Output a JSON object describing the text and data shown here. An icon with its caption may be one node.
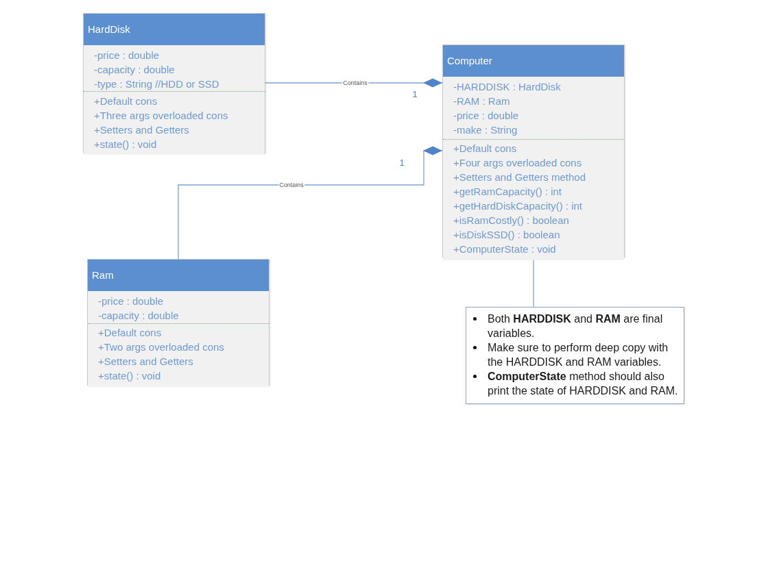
{
  "diagram": {
    "nodes": [
      {
        "text": [
          "HardDisk"
        ]
      },
      {
        "text": [
          "-price : double",
          "-capacity : double",
          "-type : String //HDD or SSD"
        ],
        "in": 0
      },
      {
        "text": [
          "+Default cons",
          "+Three args overloaded cons",
          "+Setters and Getters",
          "+state() : void"
        ],
        "in": 0
      },
      {
        "text": [
          "Computer"
        ]
      },
      {
        "text": [
          "-HARDDISK : HardDisk",
          "-RAM : Ram",
          "-price : double",
          "-make : String"
        ],
        "in": 3
      },
      {
        "text": [
          "+Default cons",
          "+Four args overloaded cons",
          "+Setters and Getters method",
          "+getRamCapacity() : int",
          "+getHardDiskCapacity() : int",
          "+isRamCostly() : boolean",
          "+isDiskSSD() : boolean",
          "+ComputerState : void"
        ],
        "in": 3
      },
      {
        "text": [
          "Ram"
        ]
      },
      {
        "text": [
          "-price : double",
          "-capacity : double"
        ],
        "in": 6
      },
      {
        "text": [
          "+Default cons",
          "+Two args overloaded cons",
          "+Setters and Getters",
          "+state() : void"
        ],
        "in": 6
      },
      {
        "text": [
          "Both **HARDDISK** and **RAM** are final variables.",
          "Make sure to perform deep copy with the HARDDISK and RAM variables.",
          "**ComputerState** method should also print the state of HARDDISK and RAM."
        ]
      }
    ],
    "edges": [
      {
        "from": 0,
        "to": 3,
        "arrow": "other",
        "label": "Contains"
      },
      {
        "from": 6,
        "to": 3,
        "arrow": "other",
        "label": "Contains"
      },
      {
        "from": 3,
        "to": 9,
        "arrow": "none"
      }
    ],
    "labels": [
      "1",
      "1"
    ]
  }
}
